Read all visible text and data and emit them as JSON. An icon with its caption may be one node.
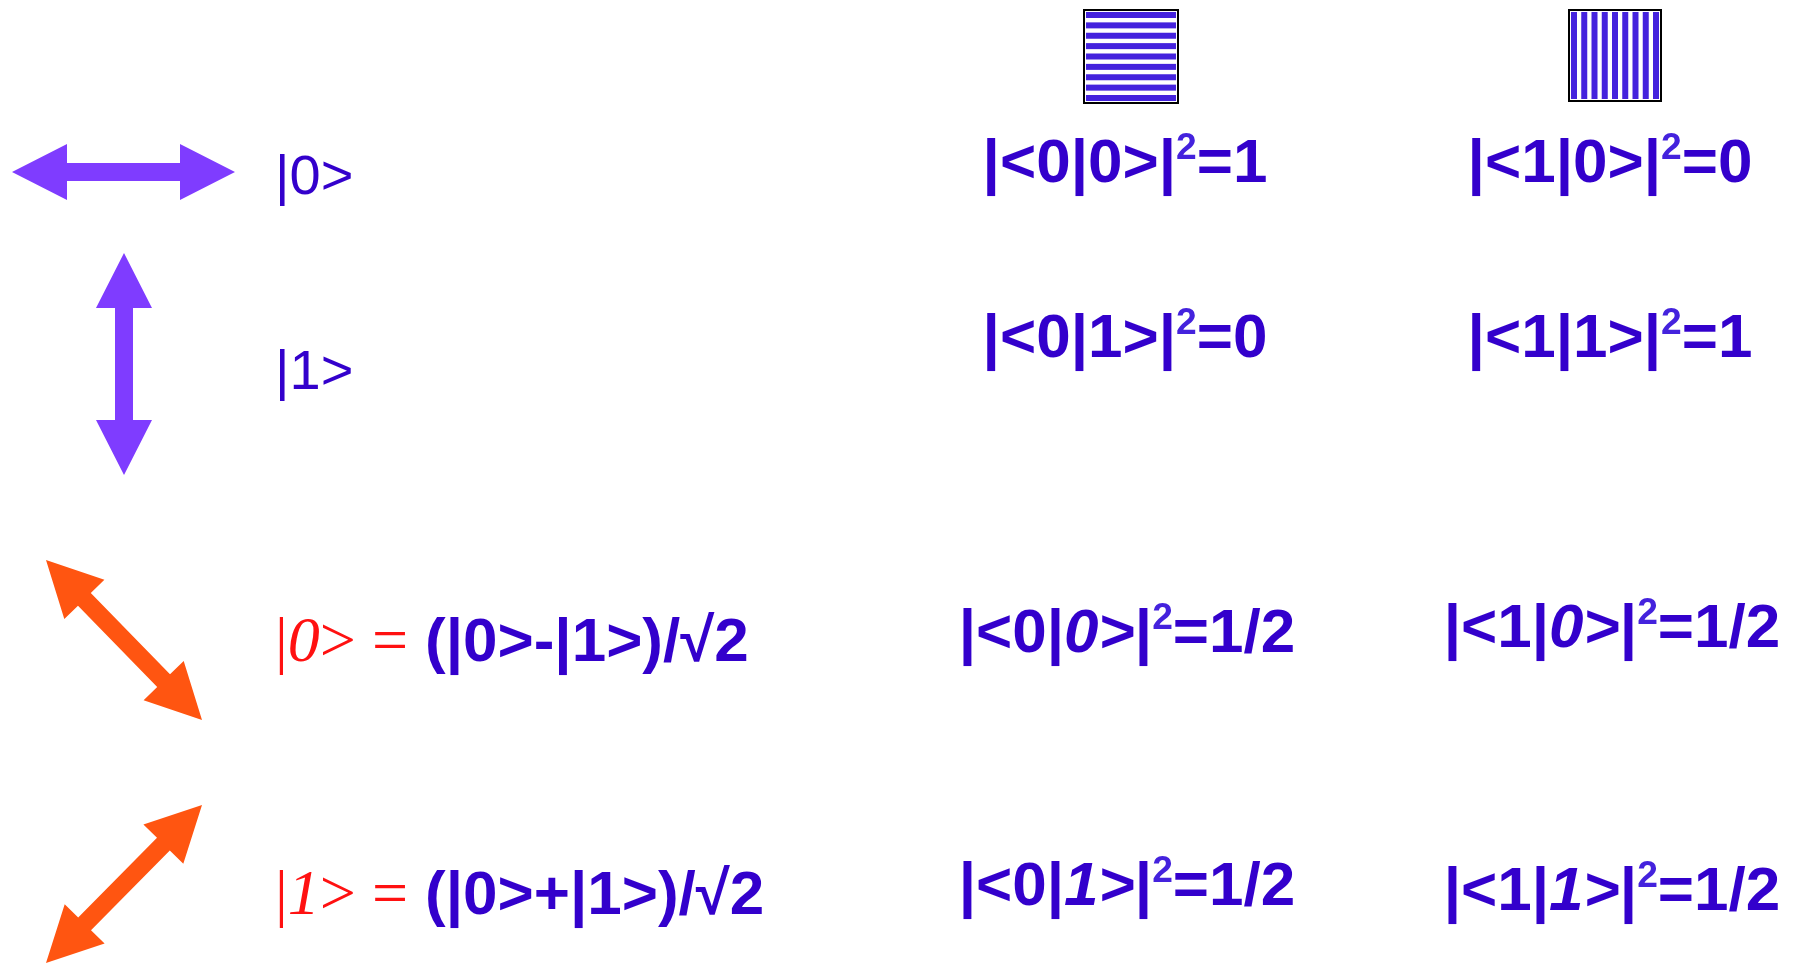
{
  "diagram": {
    "labels": [
      "|0>",
      "|<0|0>|$^{2}$=1",
      "|<1|0>|$^{2}$=0",
      "|1>",
      "|<0|1>|$^{2}$=0",
      "|<1|1>|$^{2}$=1",
      "|*0*> =",
      "(|0>-|1>)/√2",
      "|<0|*0>*|$^{2}$=1/2",
      "|<1|*0>*|$^{2}$=1/2",
      "|*1*> =",
      "(|0>+|1>)/√2",
      "|<0|*1>*|$^{2}$=1/2",
      "|<1|*1>*|$^{2}$=1/2"
    ]
  }
}
